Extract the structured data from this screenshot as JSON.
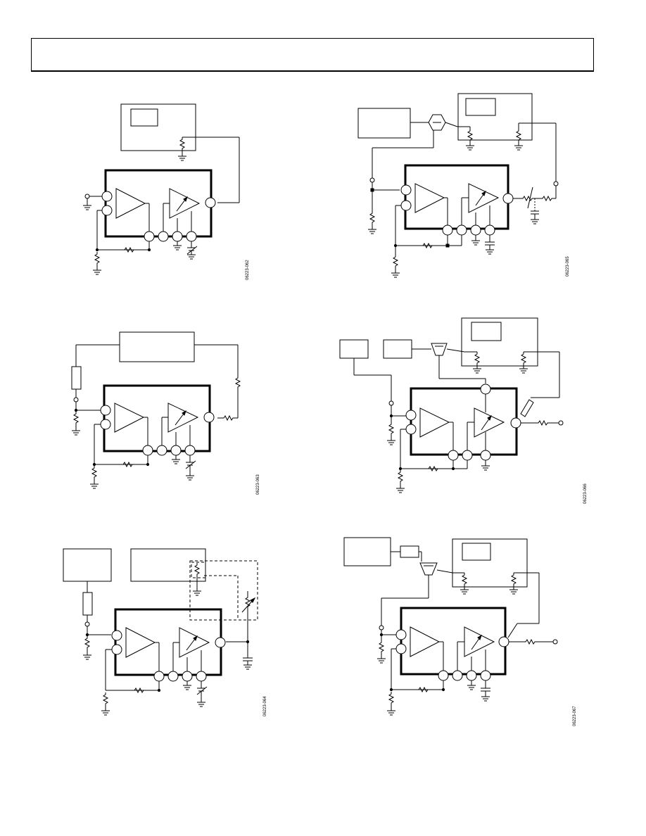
{
  "figures": [
    {
      "id": "fig-062",
      "code": "06223-062"
    },
    {
      "id": "fig-063",
      "code": "06223-063"
    },
    {
      "id": "fig-064",
      "code": "06223-064"
    },
    {
      "id": "fig-065",
      "code": "06223-065"
    },
    {
      "id": "fig-066",
      "code": "06223-066"
    },
    {
      "id": "fig-067",
      "code": "06223-067"
    }
  ],
  "colors": {
    "line": "#000000",
    "background": "#ffffff"
  }
}
